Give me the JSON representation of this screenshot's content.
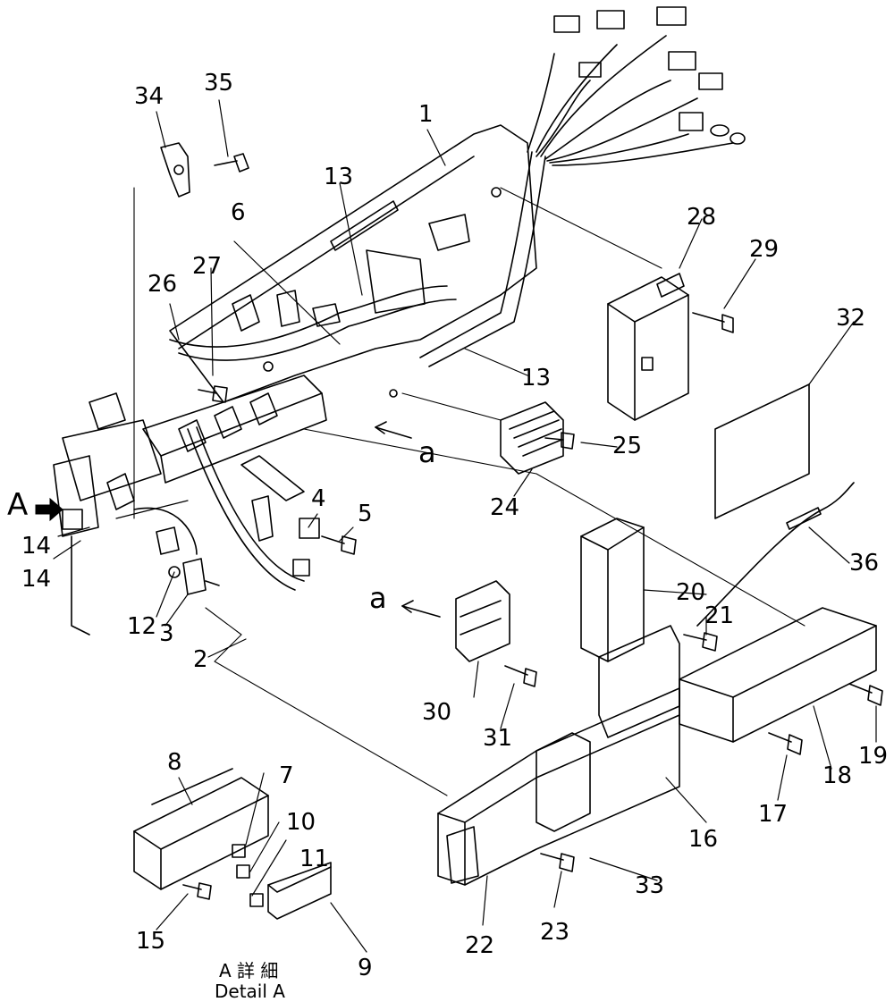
{
  "callouts": {
    "n1": "1",
    "n2": "2",
    "n3": "3",
    "n4": "4",
    "n5": "5",
    "n6": "6",
    "n7": "7",
    "n8": "8",
    "n9": "9",
    "n10": "10",
    "n11": "11",
    "n12": "12",
    "n13a": "13",
    "n13b": "13",
    "n14a": "14",
    "n14b": "14",
    "n15": "15",
    "n16": "16",
    "n17": "17",
    "n18": "18",
    "n19": "19",
    "n20": "20",
    "n21": "21",
    "n22": "22",
    "n23": "23",
    "n24": "24",
    "n25": "25",
    "n26": "26",
    "n27": "27",
    "n28": "28",
    "n29": "29",
    "n30": "30",
    "n31": "31",
    "n32": "32",
    "n33": "33",
    "n34": "34",
    "n35": "35",
    "n36": "36"
  },
  "view_markers": {
    "view_a_label": "A",
    "arrow_a_upper": "a",
    "arrow_a_lower": "a"
  },
  "detail_caption": {
    "line1": "A 詳 細",
    "line2": "Detail A"
  }
}
